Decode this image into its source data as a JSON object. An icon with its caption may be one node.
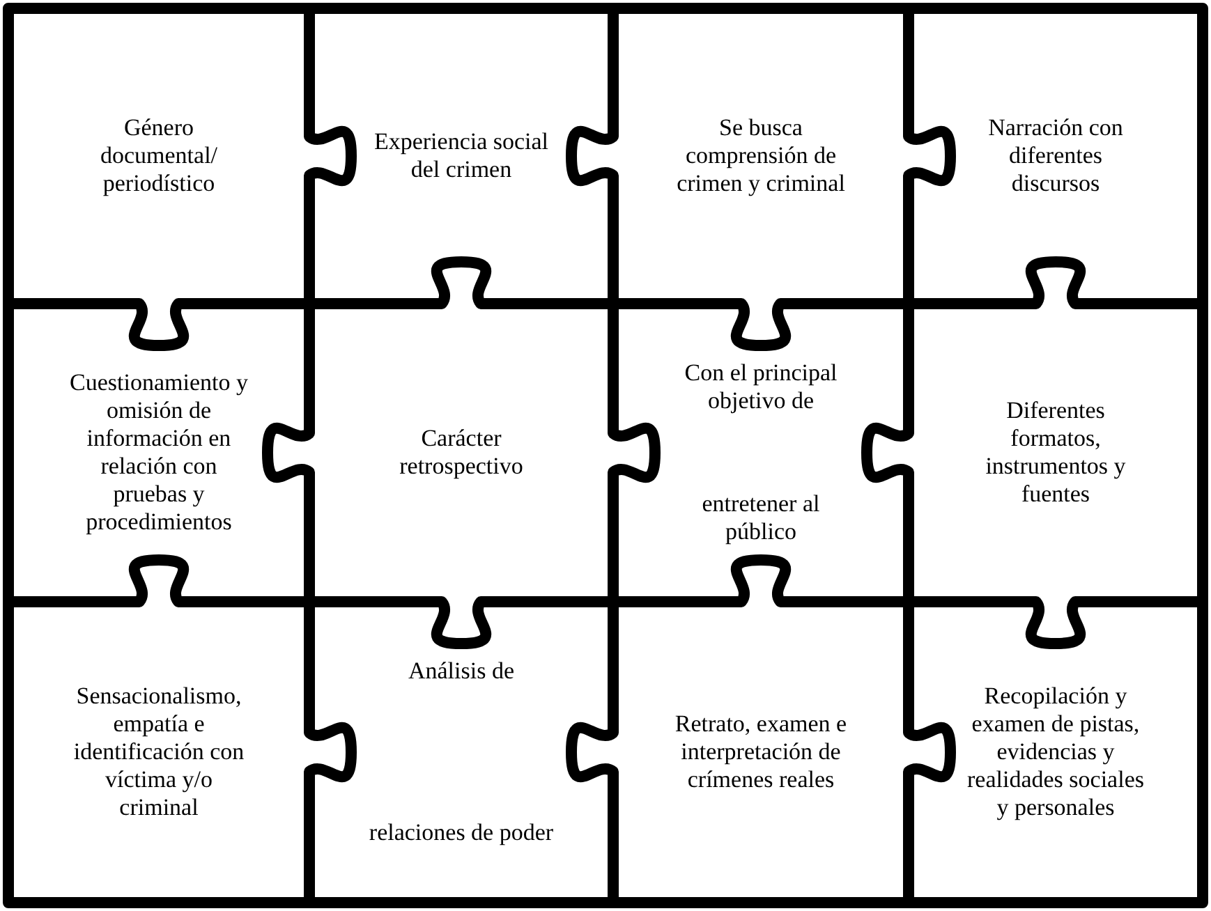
{
  "diagram": {
    "nodes": [
      {
        "text": [
          "Género documental/ periodístico"
        ]
      },
      {
        "text": [
          "Experiencia social del crimen"
        ]
      },
      {
        "text": [
          "Se busca comprensión de crimen y criminal"
        ]
      },
      {
        "text": [
          "Narración con diferentes discursos"
        ]
      },
      {
        "text": [
          "Cuestionamiento y omisión de información en relación con pruebas y procedimientos"
        ]
      },
      {
        "text": [
          "Carácter retrospectivo"
        ]
      },
      {
        "text": [
          "Con el principal objetivo de",
          "entretener al público"
        ]
      },
      {
        "text": [
          "Diferentes formatos, instrumentos y fuentes"
        ]
      },
      {
        "text": [
          "Sensacionalismo, empatía e identificación con víctima y/o criminal"
        ]
      },
      {
        "text": [
          "Análisis de",
          "relaciones de poder"
        ]
      },
      {
        "text": [
          "Retrato, examen e interpretación de crímenes reales"
        ]
      },
      {
        "text": [
          "Recopilación y examen de pistas, evidencias y realidades sociales y personales"
        ]
      }
    ]
  }
}
